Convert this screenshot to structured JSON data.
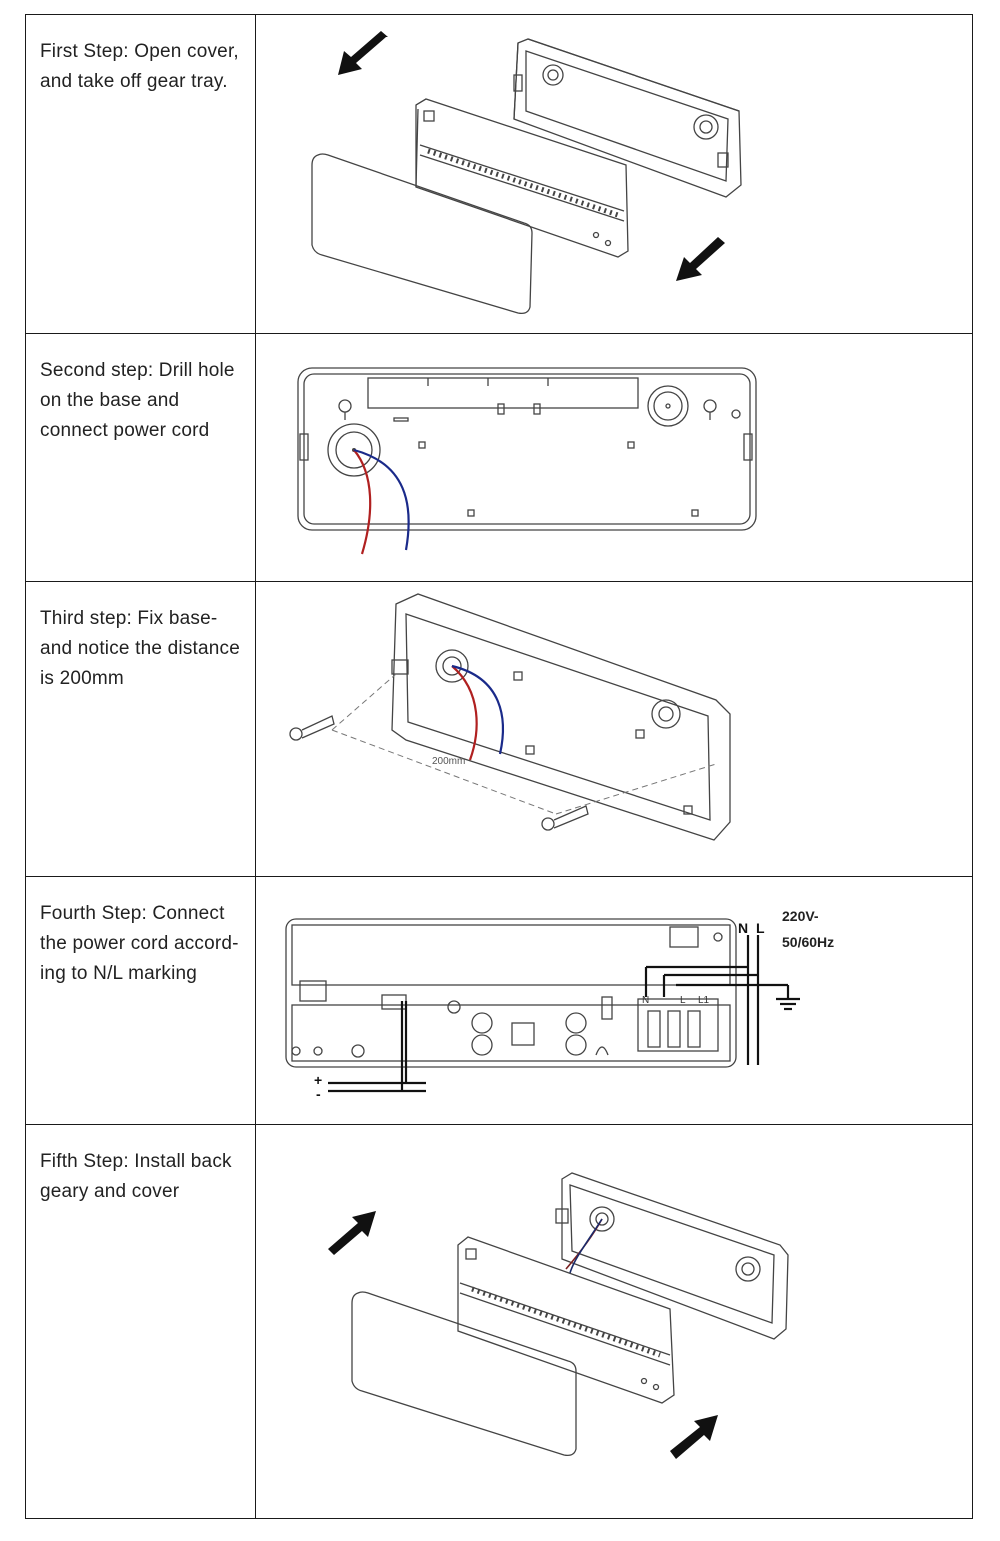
{
  "steps": [
    {
      "text": "First Step: Open cover, and take off gear tray."
    },
    {
      "text": "Second step: Drill hole on the base and connect power cord"
    },
    {
      "text": "Third step: Fix base-and notice the distance is 200mm"
    },
    {
      "text": "Fourth Step: Connect the power cord accord-ing to N/L marking"
    },
    {
      "text": "Fifth Step: Install back geary and cover"
    }
  ],
  "diagram_labels": {
    "distance": "200mm",
    "voltage": "220V-",
    "frequency": "50/60Hz",
    "n": "N",
    "l": "L",
    "terminal_n": "N",
    "terminal_l": "L",
    "terminal_l1": "L1",
    "plus": "+",
    "minus": "-"
  },
  "colors": {
    "wire_red": "#b02020",
    "wire_blue": "#1a2a8a",
    "line": "#444444"
  }
}
